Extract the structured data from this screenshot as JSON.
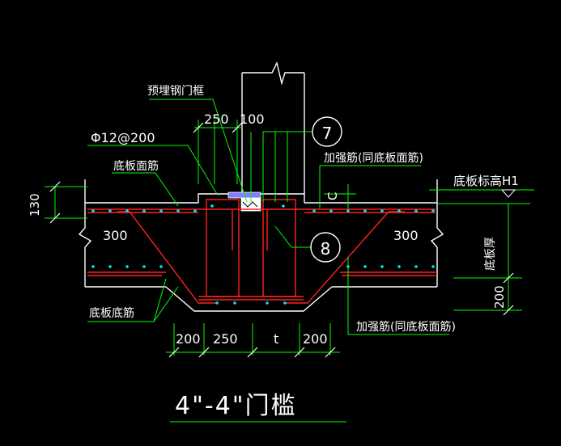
{
  "drawing": {
    "background": "#000000",
    "colors": {
      "outline": "#ffffff",
      "rebar": "#ff2020",
      "leader": "#00ff00",
      "dots": "#00ffff",
      "dims": "#ffffff",
      "accent": "#0000ff"
    },
    "labels": {
      "embedded_frame": "预埋钢门框",
      "rebar_spec": "Φ12@200",
      "slab_top_bar": "底板面筋",
      "slab_bottom_bar": "底板底筋",
      "reinforce_top": "加强筋(同底板面筋)",
      "reinforce_bottom": "加强筋(同底板面筋)",
      "slab_elevation": "底板标高H1",
      "slab_thickness": "底板厚",
      "callout_7": "7",
      "callout_8": "8",
      "dim_300_left": "300",
      "dim_300_right": "300",
      "dim_130": "130",
      "dim_200_right": "200",
      "dim_250_top": "250",
      "dim_100_top": "100",
      "dim_c": "C",
      "bottom_dims": [
        "200",
        "250",
        "t",
        "200"
      ],
      "section_title": "4\"-4\"门槛"
    }
  }
}
